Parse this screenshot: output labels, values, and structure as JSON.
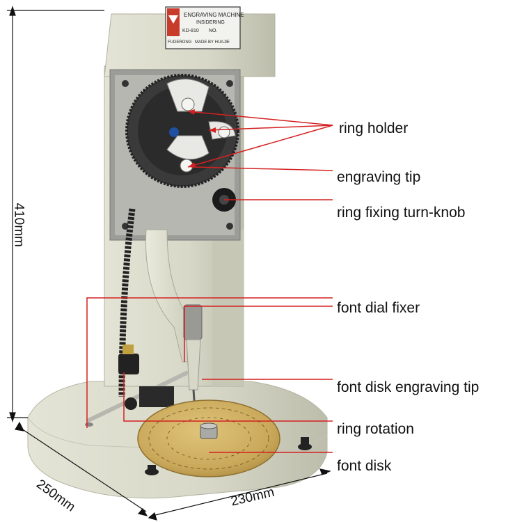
{
  "nameplate": {
    "line1": "ENGRAVING MACHINE",
    "line2": "INSIDERING",
    "model": "KD-810",
    "no": "NO.",
    "brand": "FUDERONG",
    "made_by": "MADE BY HUAJIE"
  },
  "callouts": {
    "ring_holder": "ring holder",
    "engraving_tip": "engraving tip",
    "ring_fixing_turn_knob": "ring fixing turn-knob",
    "font_dial_fixer": "font dial fixer",
    "font_disk_engraving_tip": "font disk engraving tip",
    "ring_rotation": "ring rotation",
    "font_disk": "font disk"
  },
  "dimensions": {
    "height": "410mm",
    "depth": "250mm",
    "width": "230mm"
  },
  "colors": {
    "callout_line": "#d42020",
    "machine_body": "#dcdccd",
    "gear": "#3a3a3a",
    "brass_disk": "#c9a85a"
  }
}
